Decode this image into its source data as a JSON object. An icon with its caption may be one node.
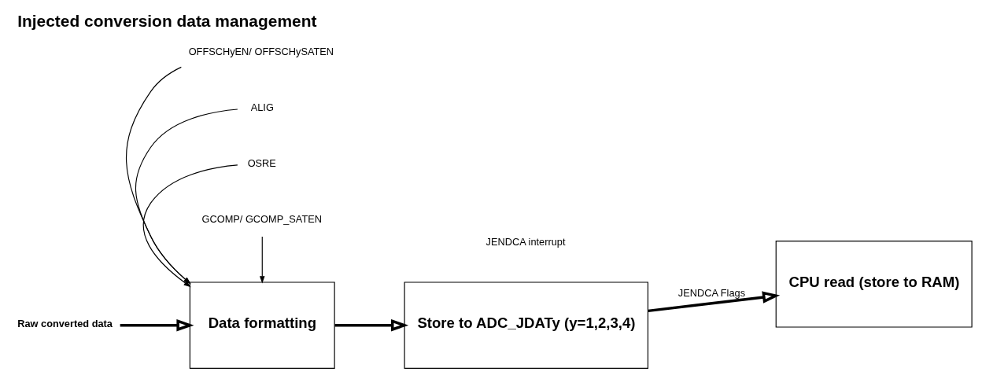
{
  "diagram": {
    "title": "Injected conversion data management",
    "nodes": [
      {
        "text": [
          "OFFSCHyEN/ OFFSCHySATEN"
        ]
      },
      {
        "text": [
          "ALIG"
        ]
      },
      {
        "text": [
          "Raw converted data"
        ]
      },
      {
        "text": [
          "Data formatting"
        ]
      },
      {
        "text": [
          "Store to ADC_JDATy (y=1,2,3,4)"
        ]
      },
      {
        "text": [
          "CPU read (store to RAM)"
        ]
      },
      {
        "text": [
          "OSRE"
        ]
      },
      {
        "text": [
          "GCOMP/ GCOMP_SATEN"
        ]
      }
    ],
    "edges": [
      {
        "from": 0,
        "to": 3,
        "arrow": "to"
      },
      {
        "from": 1,
        "to": 3,
        "arrow": "to"
      },
      {
        "from": 2,
        "to": 3,
        "arrow": "to",
        "style": "thick"
      },
      {
        "from": 3,
        "to": 4,
        "arrow": "to",
        "style": "thick"
      },
      {
        "from": 4,
        "to": 5,
        "arrow": "to",
        "style": "thick",
        "label": "JENDCA Flags"
      },
      {
        "from": 6,
        "to": 3,
        "arrow": "to"
      },
      {
        "from": 7,
        "to": 3,
        "arrow": "to"
      }
    ],
    "labels": [
      "JENDCA interrupt"
    ]
  }
}
